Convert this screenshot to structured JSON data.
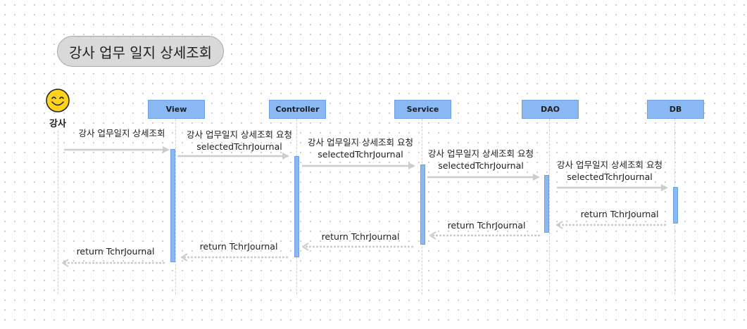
{
  "title": "강사 업무 일지 상세조회",
  "actor": {
    "label": "강사",
    "icon": "smiley-face-icon"
  },
  "participants": {
    "view": "View",
    "controller": "Controller",
    "service": "Service",
    "dao": "DAO",
    "db": "DB"
  },
  "messages": {
    "m1": "강사 업무일지 상세조회",
    "m2": {
      "line1": "강사 업무일지 상세조회 요청",
      "line2": "selectedTchrJournal"
    },
    "m3": {
      "line1": "강사 업무일지 상세조회 요청",
      "line2": "selectedTchrJournal"
    },
    "m4": {
      "line1": "강사 업무일지 상세조회 요청",
      "line2": "selectedTchrJournal"
    },
    "m5": {
      "line1": "강사 업무일지 상세조회 요청",
      "line2": "selectedTchrJournal"
    },
    "r1": "return TchrJournal",
    "r2": "return TchrJournal",
    "r3": "return TchrJournal",
    "r4": "return TchrJournal",
    "r5": "return TchrJournal"
  },
  "colors": {
    "participant": "#8ab8f2",
    "arrow": "#cccccc",
    "pill": "#d9d9d9"
  }
}
